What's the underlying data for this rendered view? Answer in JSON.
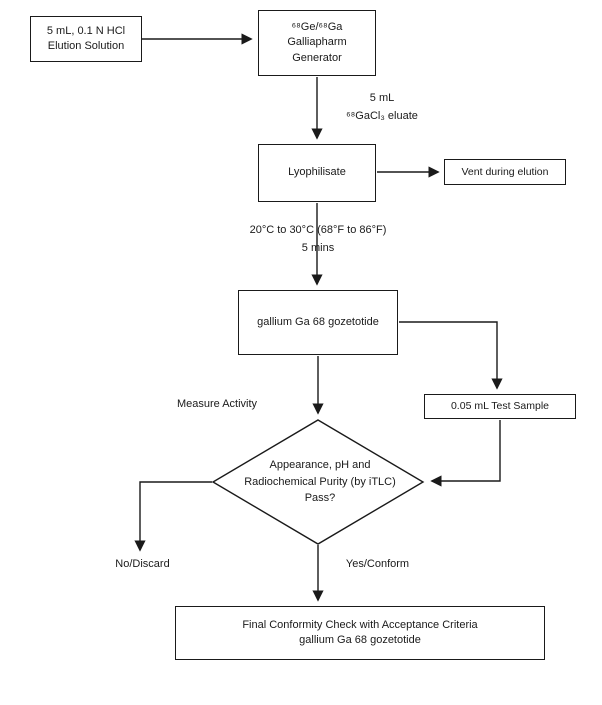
{
  "nodes": {
    "elution_solution": "5 mL, 0.1 N HCl\nElution Solution",
    "generator": "⁶⁸Ge/⁶⁸Ga\nGalliapharm\nGenerator",
    "lyophilisate": "Lyophilisate",
    "vent": "Vent during elution",
    "gozetotide": "gallium Ga 68 gozetotide",
    "test_sample": "0.05 mL Test Sample",
    "decision": "Appearance, pH and\nRadiochemical Purity (by iTLC)\nPass?",
    "final_check": "Final Conformity Check with Acceptance Criteria\ngallium Ga 68 gozetotide"
  },
  "labels": {
    "eluate": "5 mL\n⁶⁸GaCl₃ eluate",
    "temperature": "20°C to 30°C (68°F to 86°F)\n5 mins",
    "measure_activity": "Measure Activity",
    "no_branch": "No/Discard",
    "yes_branch": "Yes/Conform"
  },
  "colors": {
    "line": "#1a1a1a",
    "background": "#ffffff",
    "text": "#1a1a1a"
  }
}
